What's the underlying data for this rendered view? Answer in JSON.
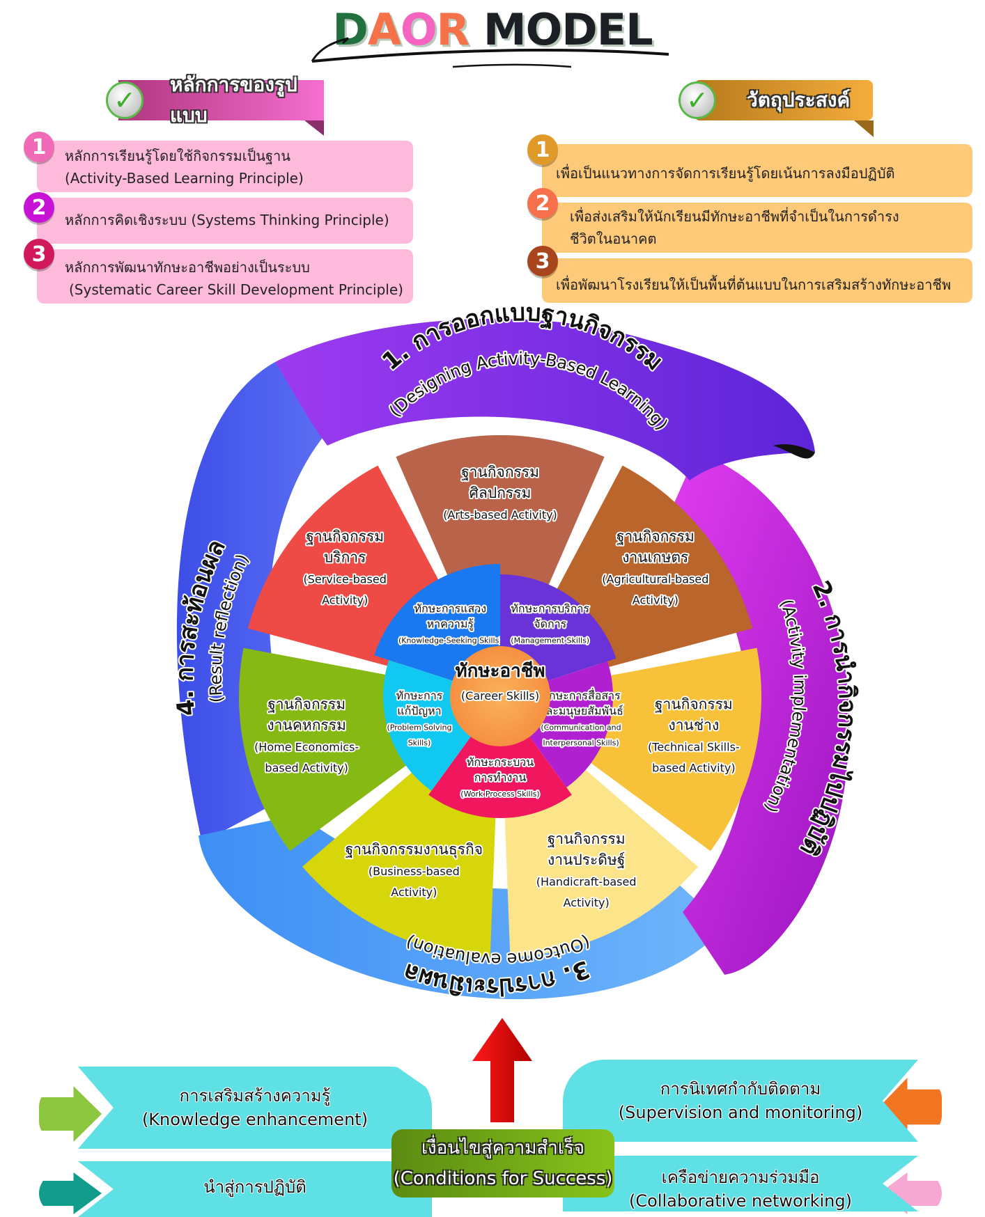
{
  "title": {
    "letters": [
      {
        "char": "D",
        "color": "#23703f"
      },
      {
        "char": "A",
        "color": "#f4714a"
      },
      {
        "char": "O",
        "color": "#f564c1"
      },
      {
        "char": "R",
        "color": "#f4714a"
      }
    ],
    "rest": "MODEL",
    "rest_color": "#1c1f24"
  },
  "principles": {
    "heading": "หลักการของรูปแบบ",
    "items": [
      {
        "num": "1",
        "lines": [
          "หลักการเรียนรู้โดยใช้กิจกรรมเป็นฐาน",
          "(Activity-Based Learning Principle)"
        ],
        "badge_color": "#f06ab8"
      },
      {
        "num": "2",
        "lines": [
          "หลักการคิดเชิงระบบ (Systems Thinking Principle)"
        ],
        "badge_color": "#c812d6"
      },
      {
        "num": "3",
        "lines": [
          "หลักการพัฒนาทักษะอาชีพอย่างเป็นระบบ",
          "(Systematic Career Skill Development Principle)"
        ],
        "badge_color": "#d1185a"
      }
    ]
  },
  "objectives": {
    "heading": "วัตถุประสงค์",
    "items": [
      {
        "num": "1",
        "lines": [
          "เพื่อเป็นแนวทางการจัดการเรียนรู้โดยเน้นการลงมือปฏิบัติ"
        ],
        "badge_color": "#e09a2a"
      },
      {
        "num": "2",
        "lines": [
          "เพื่อส่งเสริมให้นักเรียนมีทักษะอาชีพที่จำเป็นในการดำรง",
          "ชีวิตในอนาคต"
        ],
        "badge_color": "#f7704c"
      },
      {
        "num": "3",
        "lines": [
          "เพื่อพัฒนาโรงเรียนให้เป็นพื้นที่ต้นแบบในการเสริมสร้างทักษะอาชีพ"
        ],
        "badge_color": "#a9451c"
      }
    ]
  },
  "cycle": {
    "steps": [
      {
        "th": "1. การออกแบบฐานกิจกรรม",
        "en": "(Designing Activity-Based Learning)",
        "color": "#7c2ee6"
      },
      {
        "th": "2. การนำกิจกรรมไปปฏิบัติ",
        "en": "(Activity implementation)",
        "color": "#c021dc"
      },
      {
        "th": "3. การประเมินผล",
        "en": "(Outcome evaluation)",
        "color": "#5aa9f7"
      },
      {
        "th": "4. การสะท้อนผล",
        "en": "(Result reflection)",
        "color": "#4b5cf0"
      }
    ]
  },
  "activity_bases": [
    {
      "lines": [
        "ฐานกิจกรรม",
        "ศิลปกรรม",
        "(Arts-based Activity)"
      ],
      "color": "#b9644a"
    },
    {
      "lines": [
        "ฐานกิจกรรม",
        "งานเกษตร",
        "(Agricultural-based",
        "Activity)"
      ],
      "color": "#b9652c"
    },
    {
      "lines": [
        "ฐานกิจกรรม",
        "งานช่าง",
        "(Technical Skills-",
        "based Activity)"
      ],
      "color": "#f7c23a"
    },
    {
      "lines": [
        "ฐานกิจกรรม",
        "งานประดิษฐ์",
        "(Handicraft-based",
        "Activity)"
      ],
      "color": "#fbe48a"
    },
    {
      "lines": [
        "ฐานกิจกรรมงานธุรกิจ",
        "(Business-based",
        "Activity)"
      ],
      "color": "#d6d60a"
    },
    {
      "lines": [
        "ฐานกิจกรรม",
        "งานคหกรรม",
        "(Home Economics-",
        "based Activity)"
      ],
      "color": "#86b913"
    },
    {
      "lines": [
        "ฐานกิจกรรม",
        "บริการ",
        "(Service-based",
        "Activity)"
      ],
      "color": "#ee4b47"
    }
  ],
  "skills": [
    {
      "lines": [
        "ทักษะการแสวง",
        "หาความรู้",
        "(Knowledge-Seeking Skills)"
      ],
      "color": "#1a78f0"
    },
    {
      "lines": [
        "ทักษะการบริการ",
        "จัดการ",
        "(Management Skills)"
      ],
      "color": "#6a33d8"
    },
    {
      "lines": [
        "ทักษะการสื่อสาร",
        "และมนุษยสัมพันธ์",
        "(Communication and",
        "Interpersonal Skills)"
      ],
      "color": "#b01fd0"
    },
    {
      "lines": [
        "ทักษะกระบวน",
        "การทำงาน",
        "(Work Process Skills)"
      ],
      "color": "#f0175e"
    },
    {
      "lines": [
        "ทักษะการ",
        "แก้ปัญหา",
        "(Problem Solving",
        "Skills)"
      ],
      "color": "#11c9f0"
    }
  ],
  "core": {
    "th": "ทักษะอาชีพ",
    "en": "(Career Skills)"
  },
  "conditions": {
    "center": {
      "th": "เงื่อนไขสู่ความสำเร็จ",
      "en": "(Conditions for Success)"
    },
    "items": [
      {
        "th": "การเสริมสร้างความรู้",
        "en": "(Knowledge enhancement)",
        "arrow_color": "#8cc63f"
      },
      {
        "th": "การนิเทศกำกับติดตาม",
        "en": "(Supervision and monitoring)",
        "arrow_color": "#f27522"
      },
      {
        "th": "นำสู่การปฏิบัติ",
        "en": "",
        "arrow_color": "#119c8c"
      },
      {
        "th": "เครือข่ายความร่วมมือ",
        "en": "(Collaborative networking)",
        "arrow_color": "#f7a8d2"
      }
    ]
  }
}
